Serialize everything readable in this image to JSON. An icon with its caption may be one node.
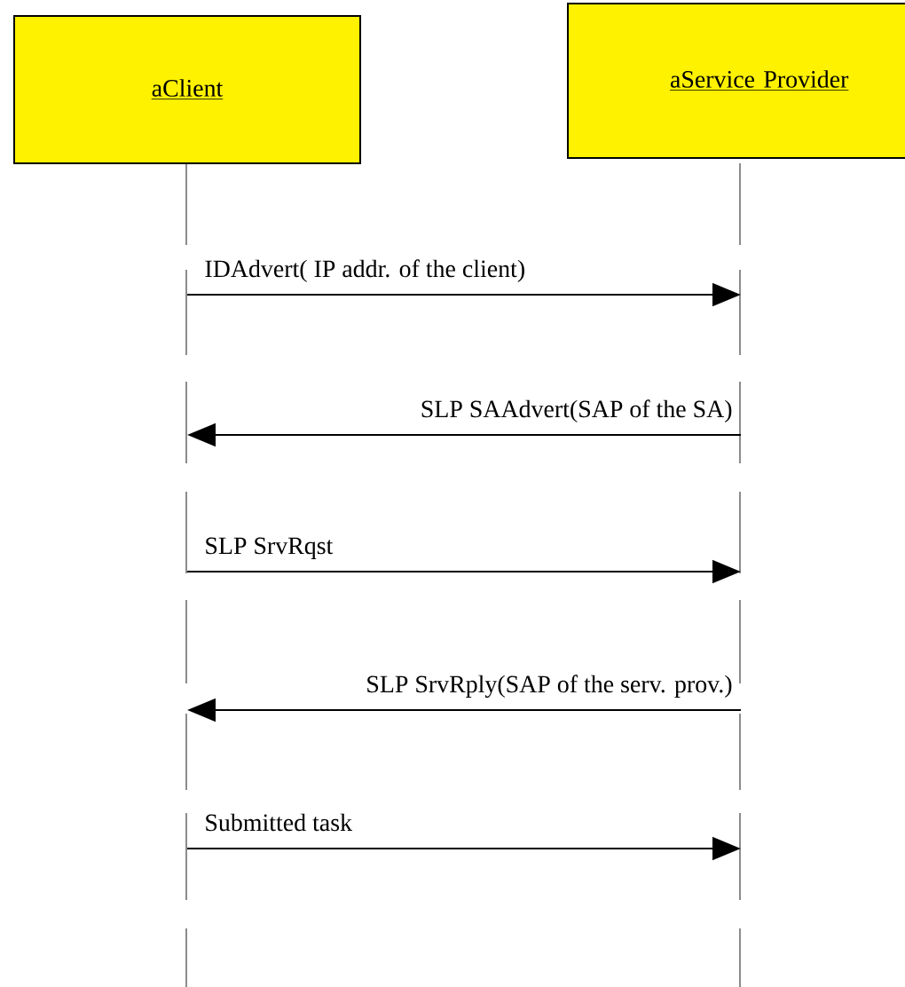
{
  "diagram": {
    "nodes": [
      {
        "text": [
          "aClient"
        ]
      },
      {
        "text": [
          "aService Provider"
        ]
      }
    ],
    "edges": [
      {
        "from": 0,
        "to": 1,
        "arrow": "to",
        "label": "IDAdvert( IP addr. of the client)"
      },
      {
        "from": 1,
        "to": 0,
        "arrow": "to",
        "label": "SLP SAAdvert(SAP of the  SA)"
      },
      {
        "from": 0,
        "to": 1,
        "arrow": "to",
        "label": "SLP SrvRqst"
      },
      {
        "from": 1,
        "to": 0,
        "arrow": "to",
        "label": "SLP SrvRply(SAP of the serv. prov.)"
      },
      {
        "from": 0,
        "to": 1,
        "arrow": "to",
        "label": "Submitted task"
      }
    ]
  }
}
